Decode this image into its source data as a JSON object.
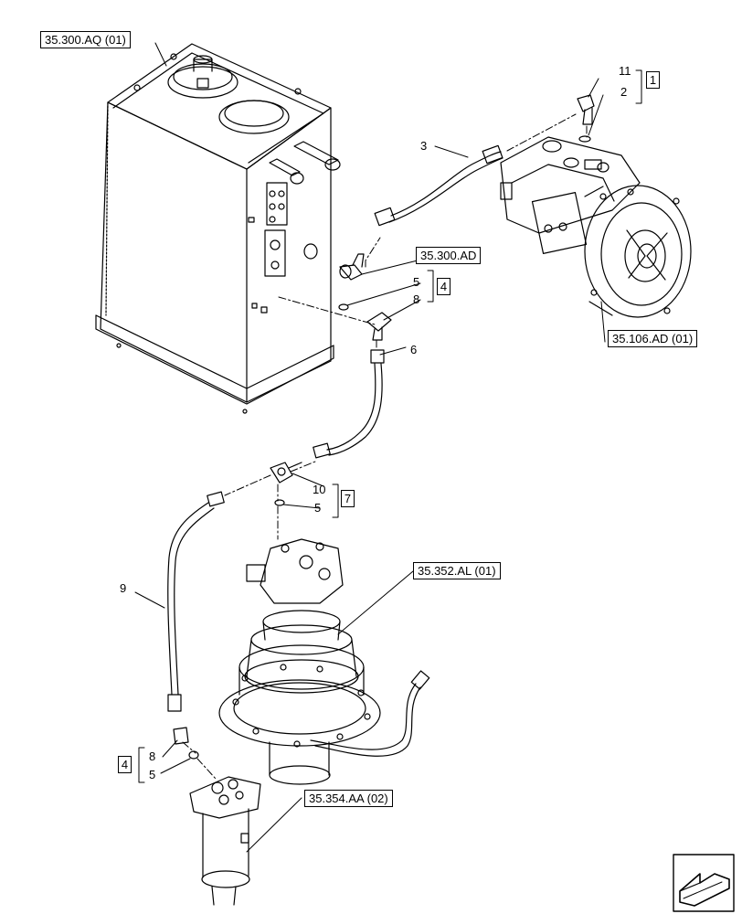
{
  "refs": {
    "tank": "35.300.AQ (01)",
    "fitting": "35.300.AD",
    "pump": "35.106.AD (01)",
    "swing_motor": "35.352.AL (01)",
    "swivel": "35.354.AA (02)"
  },
  "items": {
    "n11": "11",
    "n2": "2",
    "g1": "1",
    "n3": "3",
    "n5a": "5",
    "n8a": "8",
    "g4a": "4",
    "n6": "6",
    "n10": "10",
    "n5b": "5",
    "g7": "7",
    "n9": "9",
    "n8b": "8",
    "n5c": "5",
    "g4b": "4"
  },
  "colors": {
    "line": "#000000",
    "background": "#ffffff"
  },
  "icons": {
    "nav": "arrow-next-icon"
  }
}
